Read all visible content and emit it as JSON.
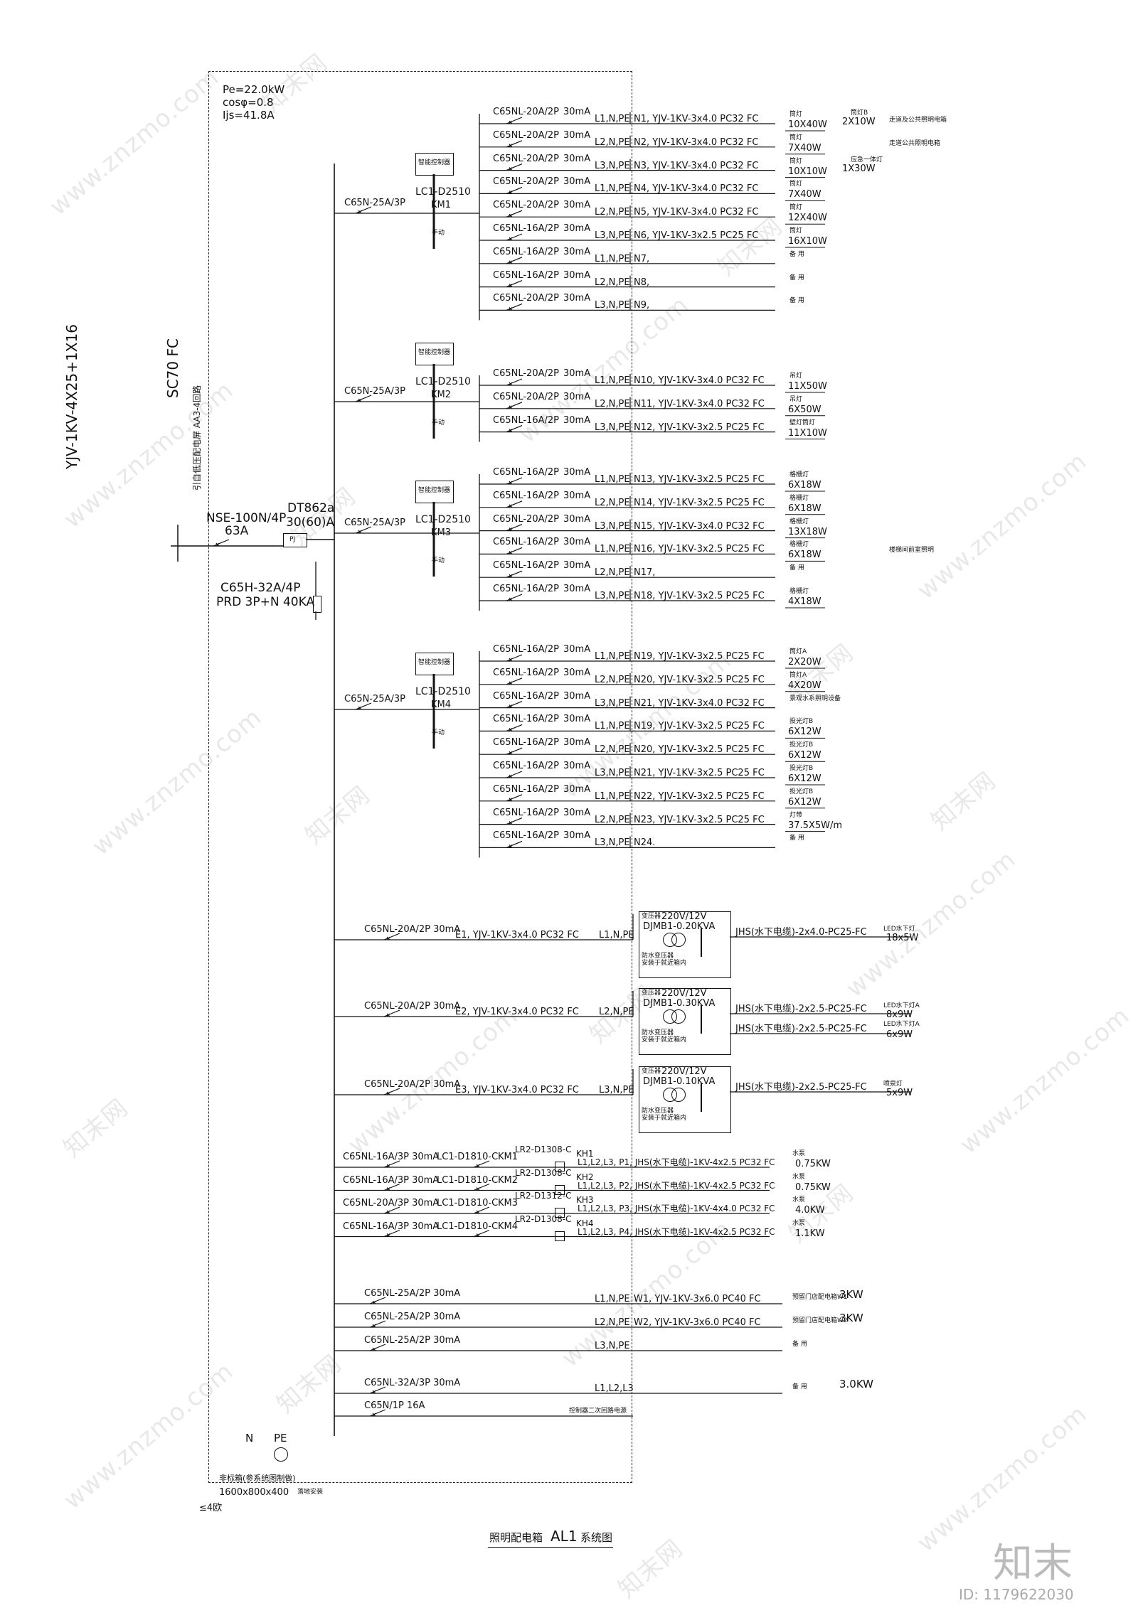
{
  "header": {
    "pe": "Pe=22.0kW",
    "cos": "cosφ=0.8",
    "ijs": "Ijs=41.8A"
  },
  "incoming": {
    "cable": "YJV-1KV-4X25+1X16",
    "conduit": "SC70 FC",
    "source_note": "引自低压配电屏 AA3-4回路",
    "main_breaker": "NSE-100N/4P",
    "main_rating": "63A",
    "meter": "DT862a",
    "meter_rating": "30(60)A",
    "meter_box": "PJ",
    "spd_breaker": "C65H-32A/4P",
    "spd": "PRD 3P+N 40KA"
  },
  "groups": [
    {
      "feed": "C65N-25A/3P",
      "contactor": "LC1-D2510",
      "km": "KM1",
      "ctrl_box": "智能控制器",
      "ctrl_note": "手动",
      "circuits": [
        {
          "breaker": "C65NL-20A/2P",
          "rcd": "30mA",
          "phase": "L1,N,PE",
          "cable": "N1, YJV-1KV-3x4.0  PC32  FC",
          "load_name": "筒灯",
          "load": "10X40W",
          "extra_name": "筒灯B",
          "extra": "2X10W",
          "note": "走道及公共照明电箱"
        },
        {
          "breaker": "C65NL-20A/2P",
          "rcd": "30mA",
          "phase": "L2,N,PE",
          "cable": "N2, YJV-1KV-3x4.0  PC32  FC",
          "load_name": "筒灯",
          "load": "7X40W",
          "extra_name": "",
          "extra": "",
          "note": "走道公共照明电箱"
        },
        {
          "breaker": "C65NL-20A/2P",
          "rcd": "30mA",
          "phase": "L3,N,PE",
          "cable": "N3, YJV-1KV-3x4.0  PC32  FC",
          "load_name": "筒灯",
          "load": "10X10W",
          "extra_name": "应急一体灯",
          "extra": "1X30W",
          "note": ""
        },
        {
          "breaker": "C65NL-20A/2P",
          "rcd": "30mA",
          "phase": "L1,N,PE",
          "cable": "N4, YJV-1KV-3x4.0  PC32  FC",
          "load_name": "筒灯",
          "load": "7X40W",
          "extra_name": "",
          "extra": "",
          "note": ""
        },
        {
          "breaker": "C65NL-20A/2P",
          "rcd": "30mA",
          "phase": "L2,N,PE",
          "cable": "N5, YJV-1KV-3x4.0  PC32  FC",
          "load_name": "筒灯",
          "load": "12X40W",
          "extra_name": "",
          "extra": "",
          "note": ""
        },
        {
          "breaker": "C65NL-16A/2P",
          "rcd": "30mA",
          "phase": "L3,N,PE",
          "cable": "N6, YJV-1KV-3x2.5  PC25  FC",
          "load_name": "筒灯",
          "load": "16X10W",
          "extra_name": "",
          "extra": "",
          "note": ""
        },
        {
          "breaker": "C65NL-16A/2P",
          "rcd": "30mA",
          "phase": "L1,N,PE",
          "cable": "N7,",
          "load_name": "备 用",
          "load": "",
          "extra_name": "",
          "extra": "",
          "note": ""
        },
        {
          "breaker": "C65NL-16A/2P",
          "rcd": "30mA",
          "phase": "L2,N,PE",
          "cable": "N8,",
          "load_name": "备 用",
          "load": "",
          "extra_name": "",
          "extra": "",
          "note": ""
        },
        {
          "breaker": "C65NL-20A/2P",
          "rcd": "30mA",
          "phase": "L3,N,PE",
          "cable": "N9,",
          "load_name": "备 用",
          "load": "",
          "extra_name": "",
          "extra": "",
          "note": ""
        }
      ]
    },
    {
      "feed": "C65N-25A/3P",
      "contactor": "LC1-D2510",
      "km": "KM2",
      "ctrl_box": "智能控制器",
      "ctrl_note": "手动",
      "circuits": [
        {
          "breaker": "C65NL-20A/2P",
          "rcd": "30mA",
          "phase": "L1,N,PE",
          "cable": "N10, YJV-1KV-3x4.0  PC32  FC",
          "load_name": "吊灯",
          "load": "11X50W",
          "extra_name": "",
          "extra": "",
          "note": ""
        },
        {
          "breaker": "C65NL-20A/2P",
          "rcd": "30mA",
          "phase": "L2,N,PE",
          "cable": "N11, YJV-1KV-3x4.0  PC32  FC",
          "load_name": "吊灯",
          "load": "6X50W",
          "extra_name": "",
          "extra": "",
          "note": ""
        },
        {
          "breaker": "C65NL-16A/2P",
          "rcd": "30mA",
          "phase": "L3,N,PE",
          "cable": "N12, YJV-1KV-3x2.5  PC25  FC",
          "load_name": "壁灯筒灯",
          "load": "11X10W",
          "extra_name": "",
          "extra": "",
          "note": ""
        }
      ]
    },
    {
      "feed": "C65N-25A/3P",
      "contactor": "LC1-D2510",
      "km": "KM3",
      "ctrl_box": "智能控制器",
      "ctrl_note": "手动",
      "circuits": [
        {
          "breaker": "C65NL-16A/2P",
          "rcd": "30mA",
          "phase": "L1,N,PE",
          "cable": "N13, YJV-1KV-3x2.5  PC25  FC",
          "load_name": "格栅灯",
          "load": "6X18W",
          "extra_name": "",
          "extra": "",
          "note": ""
        },
        {
          "breaker": "C65NL-16A/2P",
          "rcd": "30mA",
          "phase": "L2,N,PE",
          "cable": "N14, YJV-1KV-3x2.5  PC25  FC",
          "load_name": "格栅灯",
          "load": "6X18W",
          "extra_name": "",
          "extra": "",
          "note": ""
        },
        {
          "breaker": "C65NL-20A/2P",
          "rcd": "30mA",
          "phase": "L3,N,PE",
          "cable": "N15, YJV-1KV-3x4.0  PC32  FC",
          "load_name": "格栅灯",
          "load": "13X18W",
          "extra_name": "",
          "extra": "",
          "note": ""
        },
        {
          "breaker": "C65NL-16A/2P",
          "rcd": "30mA",
          "phase": "L1,N,PE",
          "cable": "N16, YJV-1KV-3x2.5  PC25  FC",
          "load_name": "格栅灯",
          "load": "6X18W",
          "extra_name": "",
          "extra": "",
          "note": "楼梯间前室照明"
        },
        {
          "breaker": "C65NL-16A/2P",
          "rcd": "30mA",
          "phase": "L2,N,PE",
          "cable": "N17,",
          "load_name": "备 用",
          "load": "",
          "extra_name": "",
          "extra": "",
          "note": ""
        },
        {
          "breaker": "C65NL-16A/2P",
          "rcd": "30mA",
          "phase": "L3,N,PE",
          "cable": "N18, YJV-1KV-3x2.5  PC25  FC",
          "load_name": "格栅灯",
          "load": "4X18W",
          "extra_name": "",
          "extra": "",
          "note": ""
        }
      ]
    },
    {
      "feed": "C65N-25A/3P",
      "contactor": "LC1-D2510",
      "km": "KM4",
      "ctrl_box": "智能控制器",
      "ctrl_note": "手动",
      "circuits": [
        {
          "breaker": "C65NL-16A/2P",
          "rcd": "30mA",
          "phase": "L1,N,PE",
          "cable": "N19, YJV-1KV-3x2.5  PC25  FC",
          "load_name": "筒灯A",
          "load": "2X20W",
          "extra_name": "",
          "extra": "",
          "note": ""
        },
        {
          "breaker": "C65NL-16A/2P",
          "rcd": "30mA",
          "phase": "L2,N,PE",
          "cable": "N20, YJV-1KV-3x2.5  PC25  FC",
          "load_name": "筒灯A",
          "load": "4X20W",
          "extra_name": "",
          "extra": "",
          "note": ""
        },
        {
          "breaker": "C65NL-16A/2P",
          "rcd": "30mA",
          "phase": "L3,N,PE",
          "cable": "N21, YJV-1KV-3x4.0  PC32  FC",
          "load_name": "景观水系照明设备",
          "load": "",
          "extra_name": "",
          "extra": "",
          "note": ""
        },
        {
          "breaker": "C65NL-16A/2P",
          "rcd": "30mA",
          "phase": "L1,N,PE",
          "cable": "N19, YJV-1KV-3x2.5  PC25  FC",
          "load_name": "投光灯B",
          "load": "6X12W",
          "extra_name": "",
          "extra": "",
          "note": ""
        },
        {
          "breaker": "C65NL-16A/2P",
          "rcd": "30mA",
          "phase": "L2,N,PE",
          "cable": "N20, YJV-1KV-3x2.5  PC25  FC",
          "load_name": "投光灯B",
          "load": "6X12W",
          "extra_name": "",
          "extra": "",
          "note": ""
        },
        {
          "breaker": "C65NL-16A/2P",
          "rcd": "30mA",
          "phase": "L3,N,PE",
          "cable": "N21, YJV-1KV-3x2.5  PC25  FC",
          "load_name": "投光灯B",
          "load": "6X12W",
          "extra_name": "",
          "extra": "",
          "note": ""
        },
        {
          "breaker": "C65NL-16A/2P",
          "rcd": "30mA",
          "phase": "L1,N,PE",
          "cable": "N22, YJV-1KV-3x2.5  PC25  FC",
          "load_name": "投光灯B",
          "load": "6X12W",
          "extra_name": "",
          "extra": "",
          "note": ""
        },
        {
          "breaker": "C65NL-16A/2P",
          "rcd": "30mA",
          "phase": "L2,N,PE",
          "cable": "N23, YJV-1KV-3x2.5  PC25  FC",
          "load_name": "灯带",
          "load": "37.5X5W/m",
          "extra_name": "",
          "extra": "",
          "note": ""
        },
        {
          "breaker": "C65NL-16A/2P",
          "rcd": "30mA",
          "phase": "L3,N,PE",
          "cable": "N24.",
          "load_name": "备 用",
          "load": "",
          "extra_name": "",
          "extra": "",
          "note": ""
        }
      ]
    }
  ],
  "transformers": [
    {
      "breaker": "C65NL-20A/2P 30mA",
      "cable": "E1, YJV-1KV-3x4.0  PC32  FC",
      "phase": "L1,N,PE",
      "tf": "DJMB1-0.20KVA",
      "volt": "220V/12V",
      "tf_label": "变压器",
      "note1": "防水变压器",
      "note2": "安装于就近箱内",
      "out1": "JHS(水下电缆)-2x4.0-PC25-FC",
      "out2": "",
      "load1_name": "LED水下灯",
      "load1": "18x5W",
      "load2_name": "",
      "load2": ""
    },
    {
      "breaker": "C65NL-20A/2P 30mA",
      "cable": "E2, YJV-1KV-3x4.0  PC32  FC",
      "phase": "L2,N,PE",
      "tf": "DJMB1-0.30KVA",
      "volt": "220V/12V",
      "tf_label": "变压器",
      "note1": "防水变压器",
      "note2": "安装于就近箱内",
      "out1": "JHS(水下电缆)-2x2.5-PC25-FC",
      "out2": "JHS(水下电缆)-2x2.5-PC25-FC",
      "load1_name": "LED水下灯A",
      "load1": "8x9W",
      "load2_name": "LED水下灯A",
      "load2": "6x9W"
    },
    {
      "breaker": "C65NL-20A/2P 30mA",
      "cable": "E3, YJV-1KV-3x4.0  PC32  FC",
      "phase": "L3,N,PE",
      "tf": "DJMB1-0.10KVA",
      "volt": "220V/12V",
      "tf_label": "变压器",
      "note1": "防水变压器",
      "note2": "安装于就近箱内",
      "out1": "JHS(水下电缆)-2x2.5-PC25-FC",
      "out2": "",
      "load1_name": "喷泉灯",
      "load1": "5x9W",
      "load2_name": "",
      "load2": ""
    }
  ],
  "pumps": [
    {
      "breaker": "C65NL-16A/3P 30mA",
      "contactor": "LC1-D1810-C",
      "km": "KM1",
      "relay": "LR2-D1308-C",
      "kh": "KH1",
      "cable": "L1,L2,L3, P1, JHS(水下电缆)-1KV-4x2.5  PC32  FC",
      "load_name": "水泵",
      "load": "0.75KW"
    },
    {
      "breaker": "C65NL-16A/3P 30mA",
      "contactor": "LC1-D1810-C",
      "km": "KM2",
      "relay": "LR2-D1308-C",
      "kh": "KH2",
      "cable": "L1,L2,L3, P2, JHS(水下电缆)-1KV-4x2.5  PC32  FC",
      "load_name": "水泵",
      "load": "0.75KW"
    },
    {
      "breaker": "C65NL-20A/3P 30mA",
      "contactor": "LC1-D1810-C",
      "km": "KM3",
      "relay": "LR2-D1312-C",
      "kh": "KH3",
      "cable": "L1,L2,L3, P3, JHS(水下电缆)-1KV-4x4.0  PC32  FC",
      "load_name": "水泵",
      "load": "4.0KW"
    },
    {
      "breaker": "C65NL-16A/3P 30mA",
      "contactor": "LC1-D1810-C",
      "km": "KM4",
      "relay": "LR2-D1308-C",
      "kh": "KH4",
      "cable": "L1,L2,L3, P4, JHS(水下电缆)-1KV-4x2.5  PC32  FC",
      "load_name": "水泵",
      "load": "1.1KW"
    }
  ],
  "sockets": [
    {
      "breaker": "C65NL-25A/2P 30mA",
      "phase": "L1,N,PE",
      "cable": "W1, YJV-1KV-3x6.0  PC40  FC",
      "load_name": "预留门店配电箱W1",
      "load": "3KW"
    },
    {
      "breaker": "C65NL-25A/2P 30mA",
      "phase": "L2,N,PE",
      "cable": "W2, YJV-1KV-3x6.0  PC40  FC",
      "load_name": "预留门店配电箱W2",
      "load": "3KW"
    },
    {
      "breaker": "C65NL-25A/2P 30mA",
      "phase": "L3,N,PE",
      "cable": "",
      "load_name": "备 用",
      "load": ""
    },
    {
      "breaker": "C65NL-32A/3P 30mA",
      "phase": "L1,L2,L3",
      "cable": "",
      "load_name": "备 用",
      "load": "3.0KW"
    },
    {
      "breaker": "C65N/1P  16A",
      "phase": "",
      "cable": "",
      "load_name": "控制器二次回路电源",
      "load": ""
    }
  ],
  "bottom": {
    "n_label": "N",
    "pe_label": "PE",
    "box_name": "非标箱(参系统图制做)",
    "box_size": "1600x800x400",
    "box_install": "落地安装",
    "ground": "≤4欧",
    "title_cn": "照明配电箱",
    "title_id": "AL1",
    "title_suffix": "系统图"
  },
  "watermark": {
    "site": "www.znzmo.com",
    "brand": "知末网",
    "logo": "知末",
    "id": "ID: 1179622030"
  }
}
